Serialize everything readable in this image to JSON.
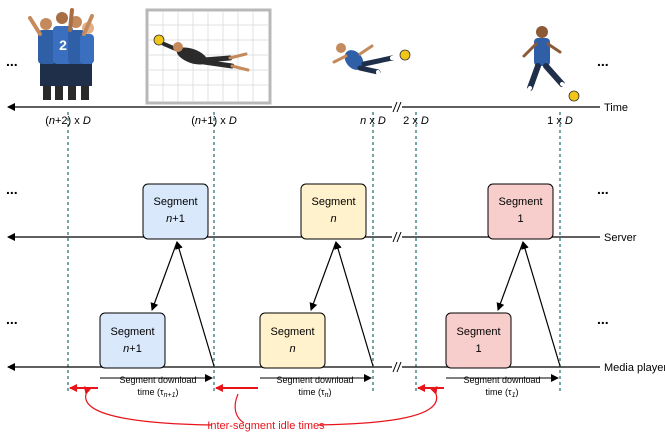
{
  "ellipsis": "...",
  "timeline": {
    "time_label": "Time",
    "server_label": "Server",
    "player_label": "Media player"
  },
  "time_ticks": [
    {
      "prefix": "(",
      "var": "n",
      "suffix": "+2) x ",
      "d": "D"
    },
    {
      "prefix": "(",
      "var": "n",
      "suffix": "+1) x ",
      "d": "D"
    },
    {
      "prefix": "",
      "var": "n",
      "suffix": " x ",
      "d": "D"
    },
    {
      "prefix": "2 x ",
      "var": "",
      "suffix": "",
      "d": "D"
    },
    {
      "prefix": "1 x ",
      "var": "",
      "suffix": "",
      "d": "D"
    }
  ],
  "segments": {
    "title": "Segment",
    "server": [
      {
        "var": "n",
        "suffix": "+1",
        "color": "#dae8fc"
      },
      {
        "var": "n",
        "suffix": "",
        "color": "#fff2cc"
      },
      {
        "var": "",
        "suffix": "1",
        "color": "#f8cecc"
      }
    ],
    "player": [
      {
        "var": "n",
        "suffix": "+1",
        "color": "#dae8fc"
      },
      {
        "var": "n",
        "suffix": "",
        "color": "#fff2cc"
      },
      {
        "var": "",
        "suffix": "1",
        "color": "#f8cecc"
      }
    ]
  },
  "downloads": {
    "line1": "Segment download",
    "items": [
      {
        "prefix": "time (τ",
        "sub": "n+1",
        "suffix": ")"
      },
      {
        "prefix": "time (τ",
        "sub": "n",
        "suffix": ")"
      },
      {
        "prefix": "time (τ",
        "sub": "1",
        "suffix": ")"
      }
    ]
  },
  "idle_label": "Inter-segment idle times",
  "colors": {
    "dashed_line": "#1e6b6b",
    "idle": "#e8141a",
    "border": "#000000"
  },
  "illustrations": [
    "celebrating-players-icon",
    "goalkeeper-diving-icon",
    "player-kicking-icon",
    "player-running-icon"
  ]
}
